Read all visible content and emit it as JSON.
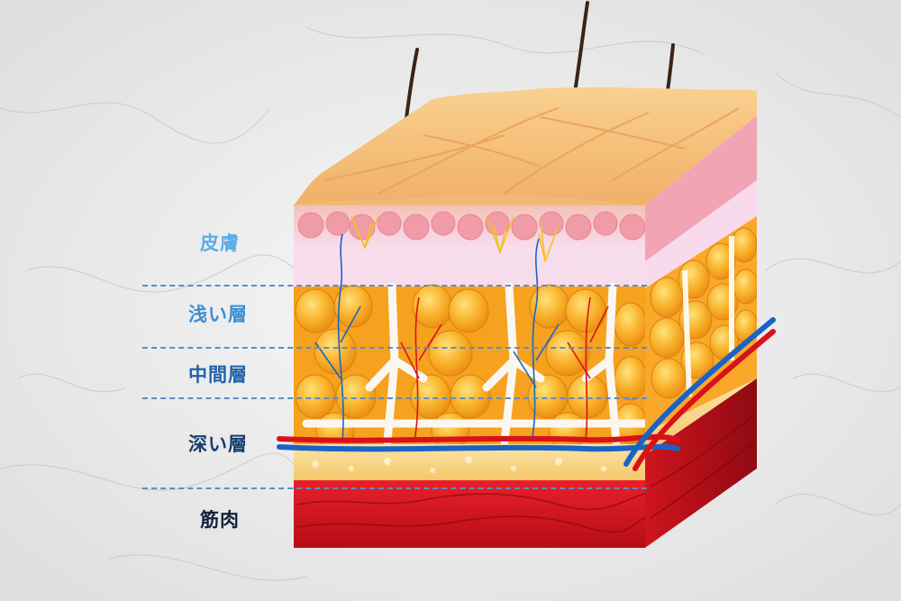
{
  "labels": {
    "skin": "皮膚",
    "shallow": "浅い層",
    "middle": "中間層",
    "deep": "深い層",
    "muscle": "筋肉"
  },
  "colors": {
    "skin_label": "#5aaee6",
    "shallow_label": "#3d8fd2",
    "middle_label": "#1f63a8",
    "deep_label": "#17406a",
    "muscle_label": "#0f2238",
    "dash": "#5a8ec8",
    "skin_surface": "#f6c27e",
    "dermis": "#f3c9c3",
    "fat": "#f7a623",
    "muscle": "#d8131c",
    "artery": "#d9121a",
    "vein": "#1a63c6",
    "marble": "#eeeeee"
  }
}
